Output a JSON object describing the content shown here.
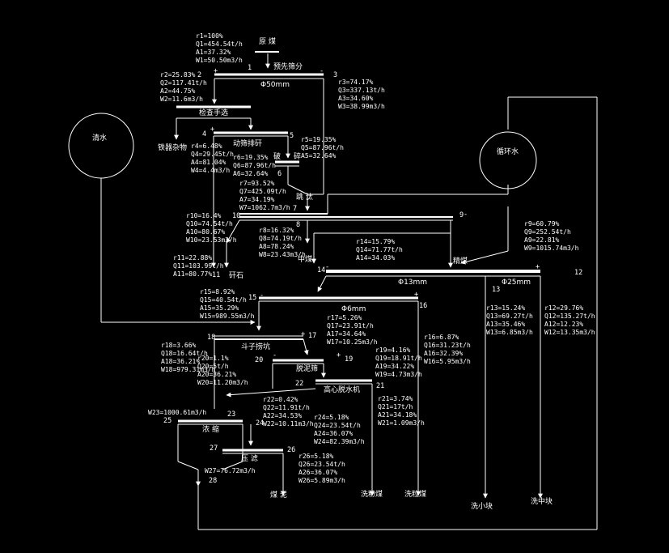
{
  "colors": {
    "background": "#000000",
    "line": "#ffffff"
  },
  "units": {
    "raw_coal": "原 煤"
  },
  "operations": {
    "prescreen": "预先筛分",
    "prescreen_size": "Φ50mm",
    "hand_pick": "检查手选",
    "shake_crush": "动筛排矸",
    "jig_upper": "跳",
    "jig_lower": "跳 汰",
    "crush_label": "破",
    "crush_label2": "碎",
    "clean_coal": "精煤",
    "size_13": "Φ13mm",
    "size_25": "Φ25mm",
    "mid_coal": "中煤",
    "size_6": "Φ6mm",
    "bucket": "斗子捞坑",
    "desliming": "脱泥筛",
    "centrifuge": "高心脱水机",
    "thicken": "浓 缩",
    "press": "压 滤",
    "clear_water": "清水",
    "circ_water": "循环水"
  },
  "products": {
    "iron": "铁器杂物",
    "gangue": "矸石",
    "slime": "煤 泥",
    "fine_clean": "洗粉煤",
    "grain_clean": "洗粒煤",
    "small_clean": "洗小块",
    "mid_block": "洗中块"
  },
  "streams": {
    "s1": [
      "r1=100%",
      "Q1=454.54t/h",
      "A1=37.32%",
      "W1=50.50m3/h"
    ],
    "s2": [
      "r2=25.83%",
      "Q2=117.41t/h",
      "A2=44.75%",
      "W2=11.6m3/h"
    ],
    "s3": [
      "r3=74.17%",
      "Q3=337.13t/h",
      "A3=34.60%",
      "W3=38.99m3/h"
    ],
    "s4": [
      "r4=6.48%",
      "Q4=29.45t/h",
      "A4=81.04%",
      "W4=4.4m3/h"
    ],
    "s5": [
      "r5=19.35%",
      "Q5=87.96t/h",
      "A5=32.64%"
    ],
    "s6": [
      "r6=19.35%",
      "Q6=87.96t/h",
      "A6=32.64%"
    ],
    "s7": [
      "r7=93.52%",
      "Q7=425.09t/h",
      "A7=34.19%",
      "W7=1062.7m3/h"
    ],
    "s9": [
      "r9=60.79%",
      "Q9=252.54t/h",
      "A9=22.81%",
      "W9=1015.74m3/h"
    ],
    "s10": [
      "r10=16.4%",
      "Q10=74.54t/h",
      "A10=80.67%",
      "W10=23.53m3/h"
    ],
    "s8": [
      "r8=16.32%",
      "Q8=74.19t/h",
      "A8=78.24%",
      "W8=23.43m3/h"
    ],
    "s11": [
      "r11=22.88%",
      "Q11=103.99t/h",
      "A11=80.77%"
    ],
    "s14": [
      "r14=15.79%",
      "Q14=71.77t/h",
      "A14=34.03%"
    ],
    "s15": [
      "r15=8.92%",
      "Q15=40.54t/h",
      "A15=35.29%",
      "W15=989.55m3/h"
    ],
    "s17": [
      "r17=5.26%",
      "Q17=23.91t/h",
      "A17=34.64%",
      "W17=10.25m3/h"
    ],
    "s18": [
      "r18=3.66%",
      "Q18=16.64t/h",
      "A18=36.21%",
      "W18=979.31m3/h"
    ],
    "s19": [
      "r19=4.16%",
      "Q19=18.91t/h",
      "A19=34.22%",
      "W19=4.73m3/h"
    ],
    "s20": [
      "r20=1.1%",
      "Q20=5t/h",
      "A20=36.21%",
      "W20=11.20m3/h"
    ],
    "s16": [
      "r16=6.87%",
      "Q16=31.23t/h",
      "A16=32.39%",
      "W16=5.95m3/h"
    ],
    "s13": [
      "r13=15.24%",
      "Q13=69.27t/h",
      "A13=35.46%",
      "W13=6.85m3/h"
    ],
    "s12": [
      "r12=29.76%",
      "Q12=135.27t/h",
      "A12=12.23%",
      "W12=13.35m3/h"
    ],
    "s22": [
      "r22=0.42%",
      "Q22=11.91t/h",
      "A22=34.53%",
      "W22=10.11m3/h"
    ],
    "s21": [
      "r21=3.74%",
      "Q21=17t/h",
      "A21=34.18%",
      "W21=1.09m3/h"
    ],
    "s24": [
      "r24=5.18%",
      "Q24=23.54t/h",
      "A24=36.07%",
      "W24=82.39m3/h"
    ],
    "s26": [
      "r26=5.18%",
      "Q26=23.54t/h",
      "A26=36.07%",
      "W26=5.89m3/h"
    ],
    "w23": "W23=1000.61m3/h",
    "w27": "W27=76.72m3/h"
  },
  "node_numbers": [
    "1",
    "2",
    "3",
    "4",
    "5",
    "6",
    "7",
    "8",
    "9",
    "10",
    "11",
    "12",
    "13",
    "14",
    "15",
    "16",
    "17",
    "18",
    "19",
    "20",
    "21",
    "22",
    "23",
    "24",
    "25",
    "26",
    "27",
    "28"
  ],
  "signs": {
    "plus": "+",
    "minus": "-"
  }
}
